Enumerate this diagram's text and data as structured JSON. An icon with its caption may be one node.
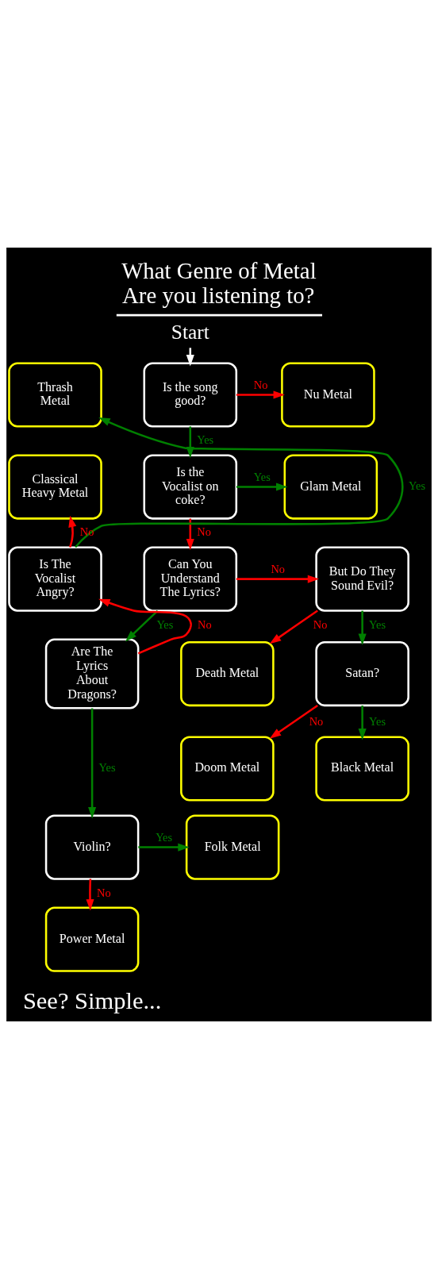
{
  "diagram": {
    "title": "What Genre of Metal Are you listening to?",
    "caption": "See? Simple...",
    "nodes": [
      {
        "text": [
          "Start"
        ]
      },
      {
        "text": [
          "Is the song good?"
        ]
      },
      {
        "text": [
          "Thrash Metal"
        ]
      },
      {
        "text": [
          "Nu Metal"
        ]
      },
      {
        "text": [
          "Is the Vocalist on coke?"
        ]
      },
      {
        "text": [
          "Classical Heavy Metal"
        ]
      },
      {
        "text": [
          "Glam Metal"
        ]
      },
      {
        "text": [
          "Is The Vocalist Angry?"
        ]
      },
      {
        "text": [
          "Death Metal"
        ]
      },
      {
        "text": [
          "Are The Lyrics About Dragons?"
        ]
      },
      {
        "text": [
          "Can You Understand The Lyrics?"
        ]
      },
      {
        "text": [
          "But Do They Sound Evil?"
        ]
      },
      {
        "text": [
          "Doom Metal"
        ]
      },
      {
        "text": [
          "Satan?"
        ]
      },
      {
        "text": [
          "Violin?"
        ]
      },
      {
        "text": [
          "Folk Metal"
        ]
      },
      {
        "text": [
          "Black Metal"
        ]
      },
      {
        "text": [
          "Power Metal"
        ]
      }
    ],
    "edges": [
      {
        "from": 0,
        "to": 1,
        "arrow": "to",
        "color": "#ffffff"
      },
      {
        "from": 1,
        "to": 3,
        "arrow": "to",
        "label": "No",
        "color": "#ff0000"
      },
      {
        "from": 1,
        "to": 4,
        "arrow": "to",
        "label": "Yes",
        "color": "#008000"
      },
      {
        "from": 4,
        "to": 6,
        "arrow": "to",
        "label": "Yes",
        "color": "#008000"
      },
      {
        "from": 4,
        "to": 10,
        "arrow": "to",
        "label": "No",
        "color": "#ff0000"
      },
      {
        "from": 7,
        "to": 2,
        "arrow": "to",
        "label": "Yes",
        "color": "#008000"
      },
      {
        "from": 7,
        "to": 5,
        "arrow": "to",
        "label": "No",
        "color": "#ff0000"
      },
      {
        "from": 9,
        "to": 7,
        "arrow": "to",
        "label": "No",
        "color": "#ff0000"
      },
      {
        "from": 10,
        "to": 9,
        "arrow": "to",
        "label": "Yes",
        "color": "#008000"
      },
      {
        "from": 10,
        "to": 11,
        "arrow": "to",
        "label": "No",
        "color": "#ff0000"
      },
      {
        "from": 11,
        "to": 8,
        "arrow": "to",
        "label": "No",
        "color": "#ff0000"
      },
      {
        "from": 11,
        "to": 13,
        "arrow": "to",
        "label": "Yes",
        "color": "#008000"
      },
      {
        "from": 13,
        "to": 12,
        "arrow": "to",
        "label": "No",
        "color": "#ff0000"
      },
      {
        "from": 13,
        "to": 16,
        "arrow": "to",
        "label": "Yes",
        "color": "#008000"
      },
      {
        "from": 9,
        "to": 14,
        "arrow": "to",
        "label": "Yes",
        "color": "#008000"
      },
      {
        "from": 14,
        "to": 15,
        "arrow": "to",
        "label": "Yes",
        "color": "#008000"
      },
      {
        "from": 14,
        "to": 17,
        "arrow": "to",
        "label": "No",
        "color": "#ff0000"
      }
    ]
  }
}
